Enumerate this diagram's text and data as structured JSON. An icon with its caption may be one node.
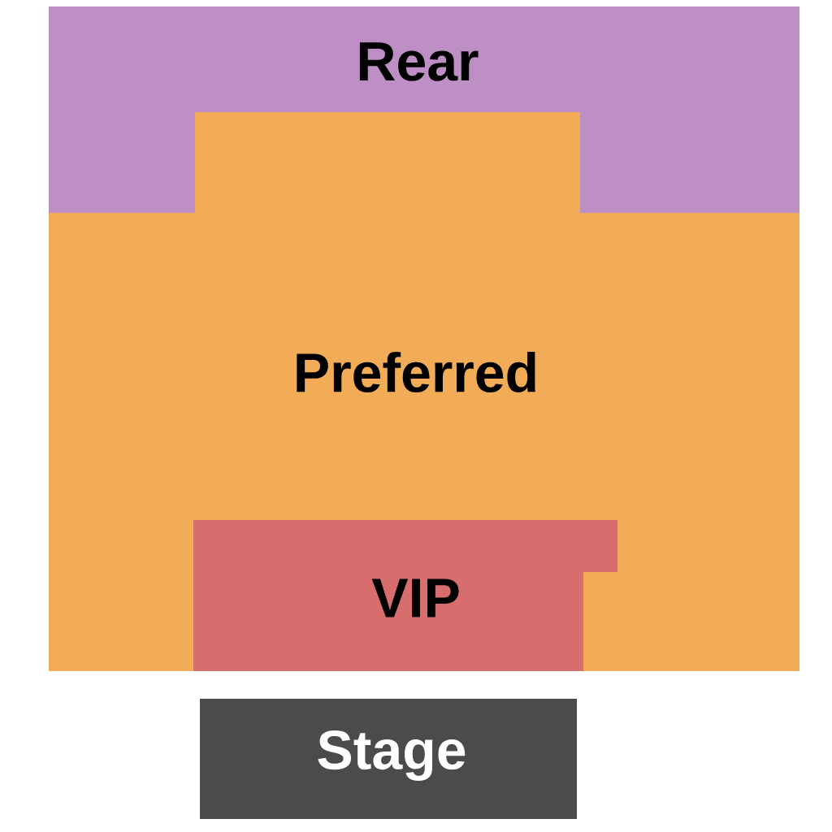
{
  "diagram": {
    "nodes": [
      {
        "text": [
          "Rear"
        ]
      },
      {
        "text": [
          "Preferred"
        ]
      },
      {
        "text": [
          "VIP"
        ]
      },
      {
        "text": [
          "Stage"
        ]
      }
    ]
  }
}
